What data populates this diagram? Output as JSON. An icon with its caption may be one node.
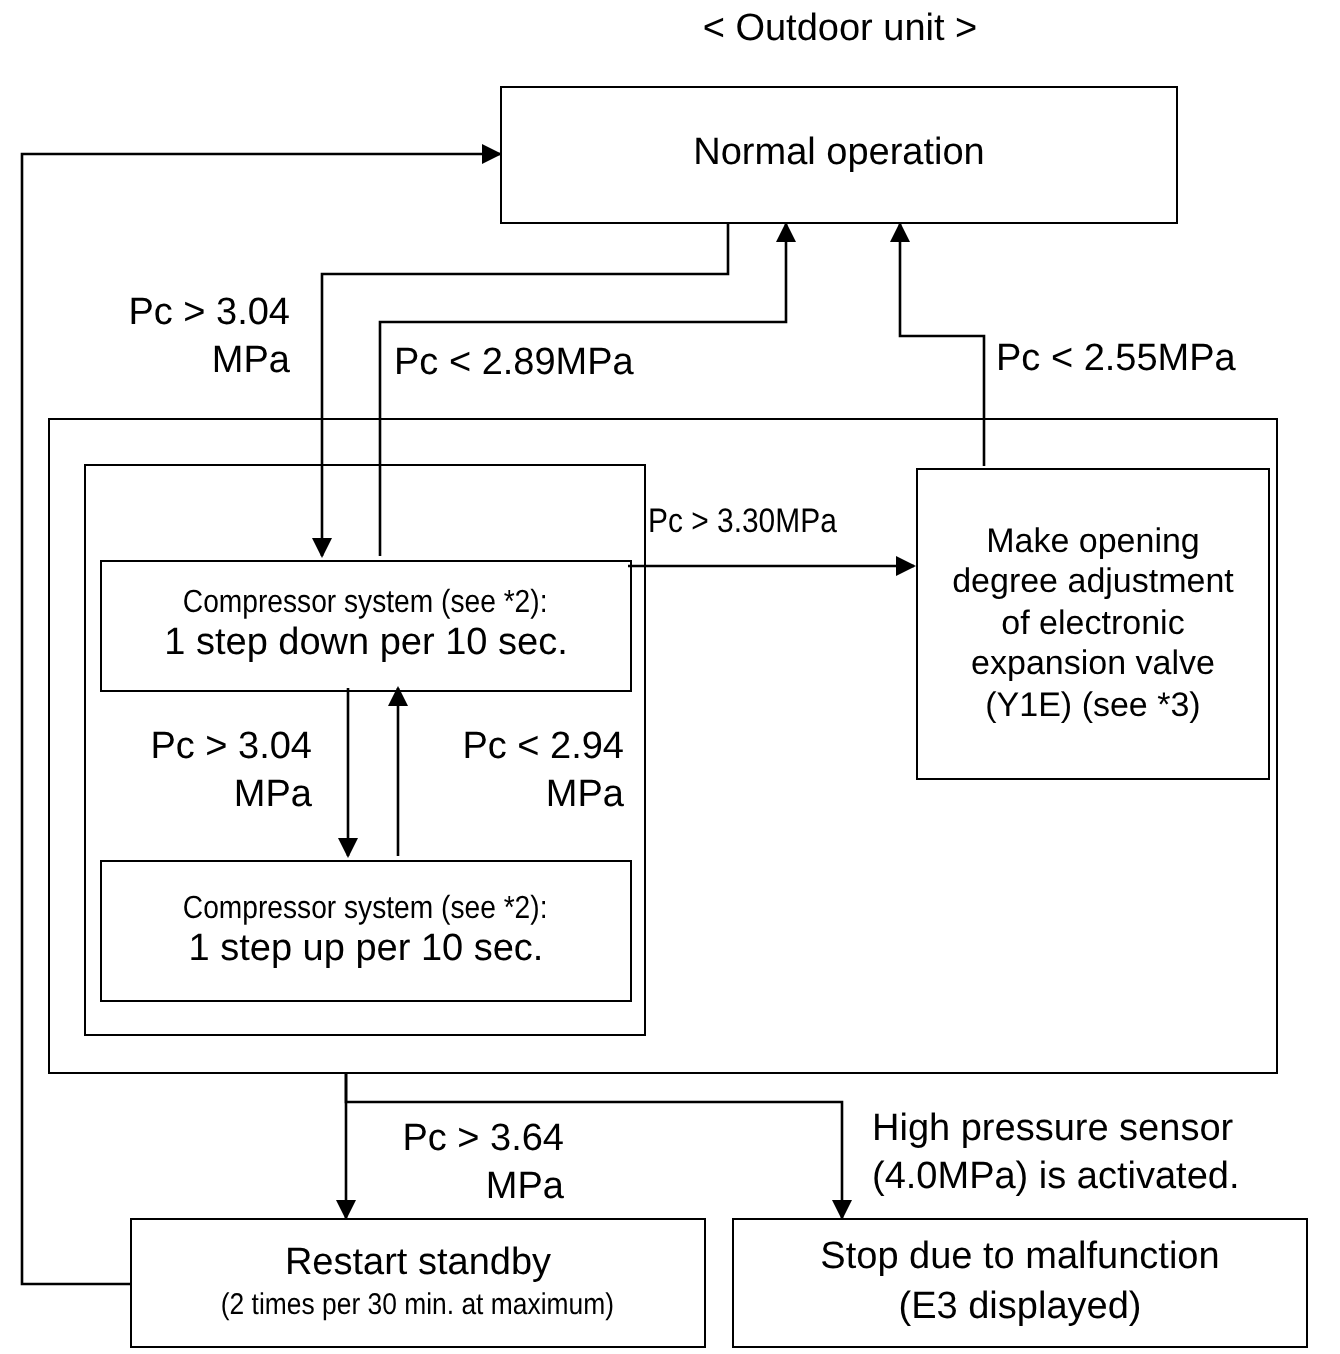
{
  "diagram": {
    "title": "< Outdoor unit >",
    "nodes": [
      {
        "text": [
          "Normal operation"
        ]
      },
      {
        "text": [],
        "shape": "box"
      },
      {
        "text": [],
        "shape": "box",
        "in": 1
      },
      {
        "text": [
          "Compressor system (see *2):",
          "1 step down per 10 sec."
        ],
        "in": 2
      },
      {
        "text": [
          "Compressor system (see *2):",
          "1 step up per 10 sec."
        ],
        "in": 2
      },
      {
        "text": [
          "Make opening degree adjustment of electronic expansion valve (Y1E) (see *3)"
        ],
        "in": 1
      },
      {
        "text": [
          "Restart standby",
          "(2 times per 30 min. at maximum)"
        ]
      },
      {
        "text": [
          "Stop due to malfunction (E3 displayed)"
        ]
      }
    ],
    "edges": [
      {
        "from": 0,
        "to": 3,
        "arrow": "to",
        "label": "Pc > 3.04 MPa"
      },
      {
        "from": 3,
        "to": 0,
        "arrow": "to",
        "label": "Pc < 2.89MPa"
      },
      {
        "from": 5,
        "to": 0,
        "arrow": "to",
        "label": "Pc < 2.55MPa"
      },
      {
        "from": 3,
        "to": 5,
        "arrow": "to",
        "label": "Pc > 3.30MPa"
      },
      {
        "from": 3,
        "to": 4,
        "arrow": "to",
        "label": "Pc > 3.04 MPa"
      },
      {
        "from": 4,
        "to": 3,
        "arrow": "to",
        "label": "Pc < 2.94 MPa"
      },
      {
        "from": 1,
        "to": 6,
        "arrow": "to",
        "label": "Pc > 3.64 MPa"
      },
      {
        "from": 1,
        "to": 7,
        "arrow": "to",
        "label": "High pressure sensor (4.0MPa) is activated."
      },
      {
        "from": 6,
        "to": 0,
        "arrow": "to"
      }
    ]
  }
}
